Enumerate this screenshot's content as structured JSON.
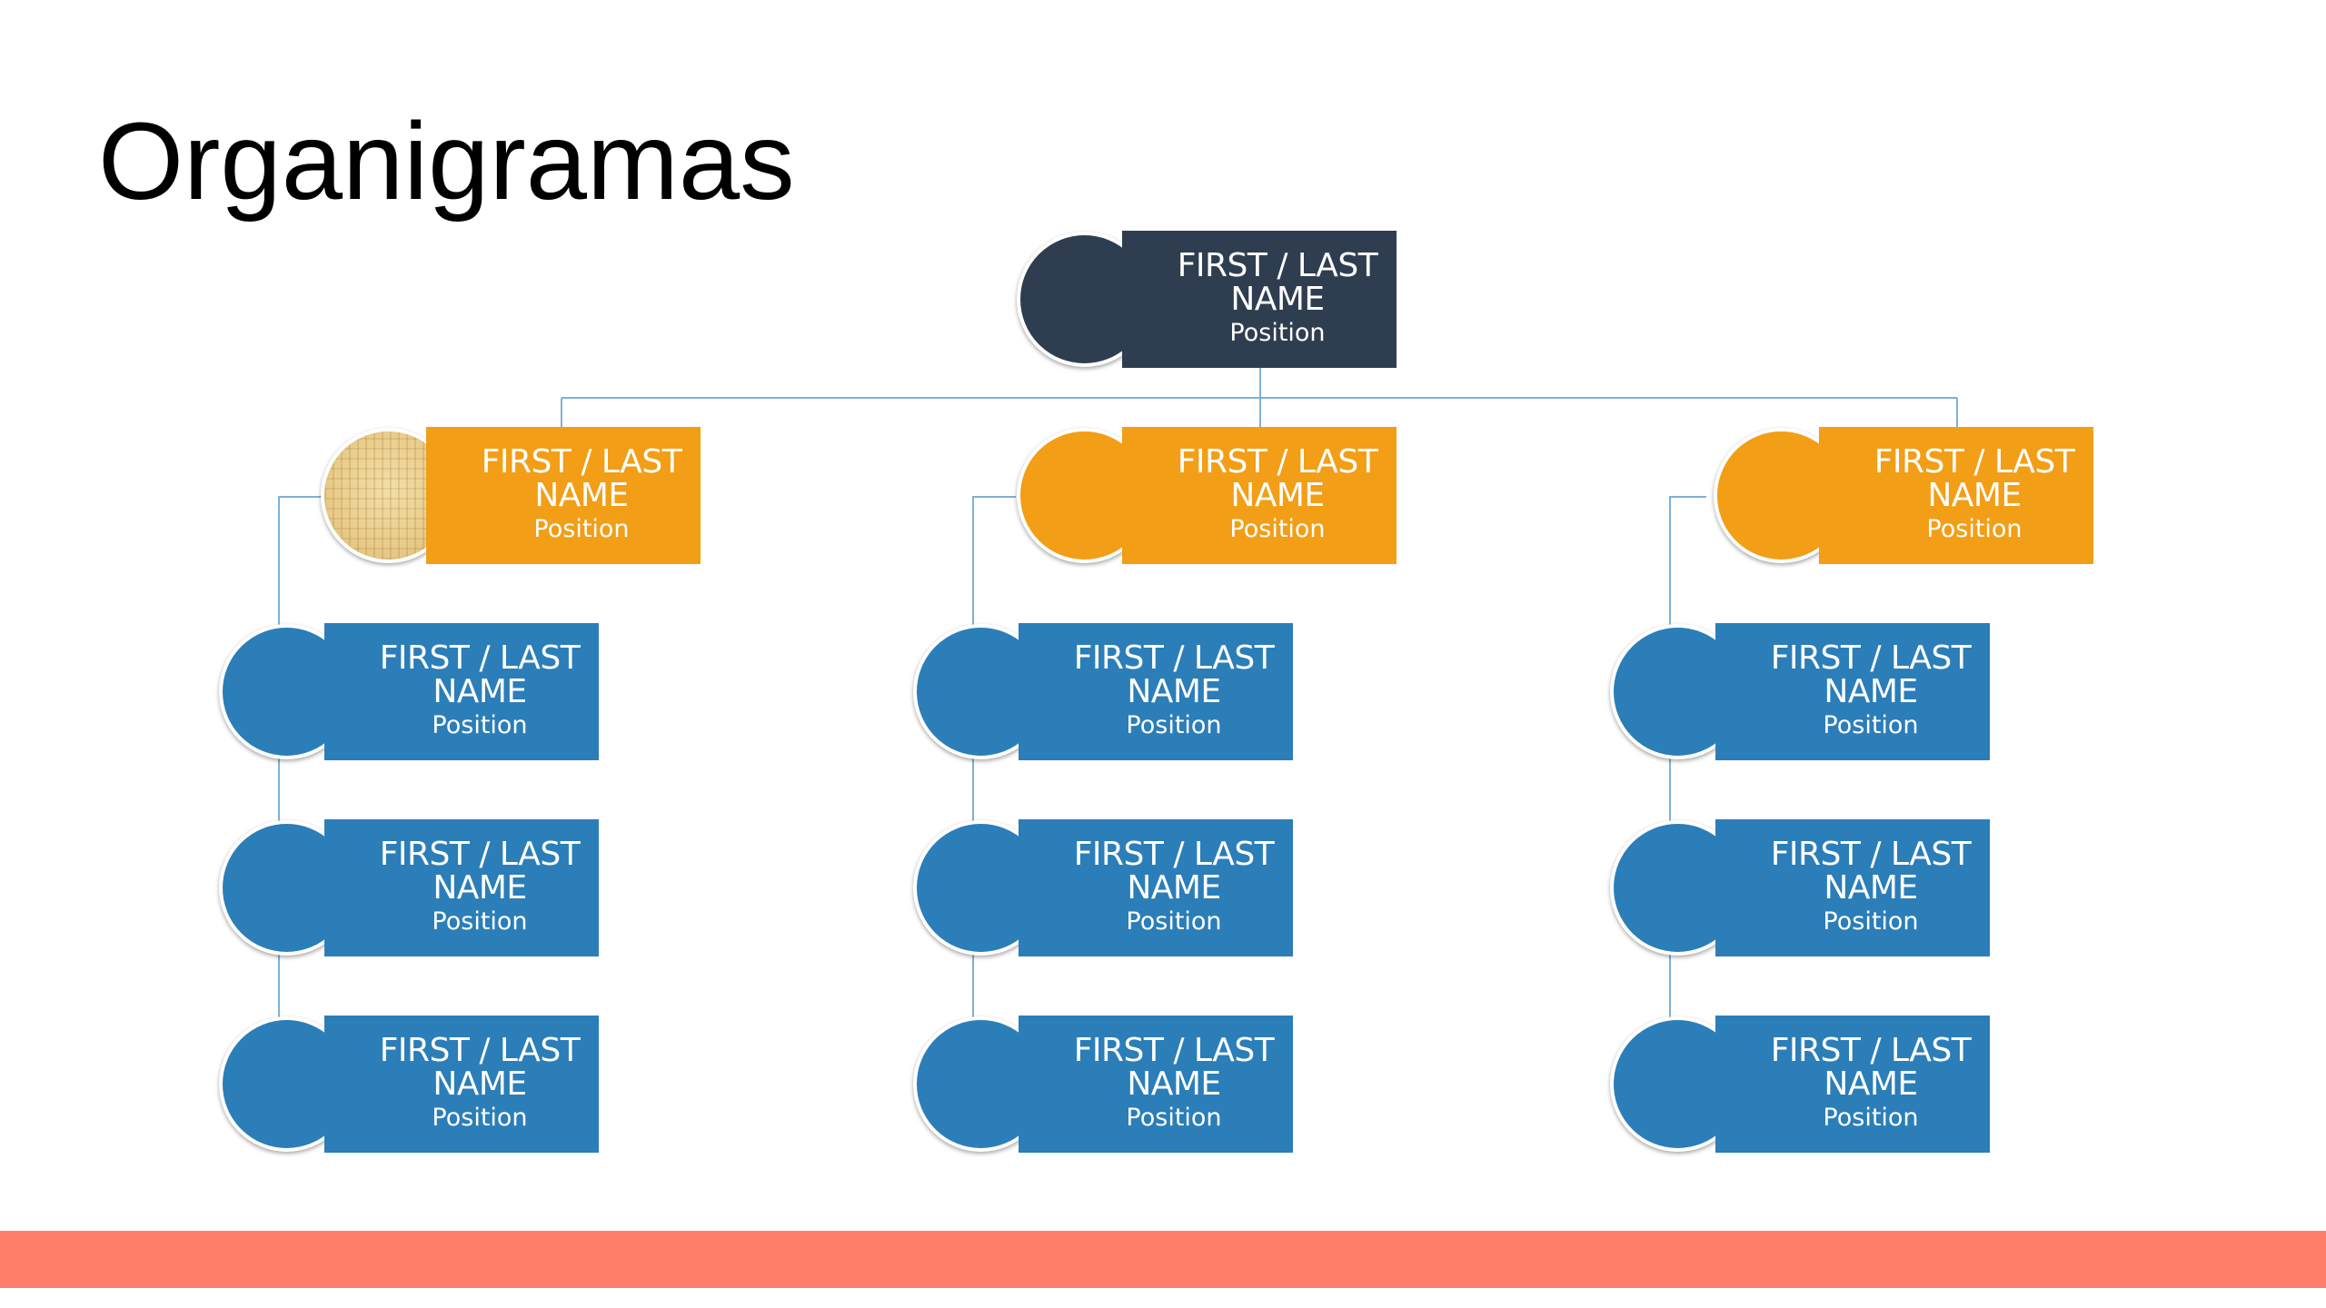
{
  "slide": {
    "title": "Organigramas"
  },
  "colors": {
    "top_level": "#2e3e50",
    "second_level": "#f29e16",
    "third_level": "#2b7eb8",
    "connector": "#7fb0d8",
    "bottom_bar": "#ff7e6b"
  },
  "org": {
    "top": {
      "name": "FIRST / LAST NAME",
      "position": "Position"
    },
    "managers": [
      {
        "name": "FIRST / LAST NAME",
        "position": "Position",
        "photo": "papyrus-texture"
      },
      {
        "name": "FIRST / LAST NAME",
        "position": "Position"
      },
      {
        "name": "FIRST / LAST NAME",
        "position": "Position"
      }
    ],
    "teams": [
      [
        {
          "name": "FIRST / LAST NAME",
          "position": "Position"
        },
        {
          "name": "FIRST / LAST NAME",
          "position": "Position"
        },
        {
          "name": "FIRST / LAST NAME",
          "position": "Position"
        }
      ],
      [
        {
          "name": "FIRST / LAST NAME",
          "position": "Position"
        },
        {
          "name": "FIRST / LAST NAME",
          "position": "Position"
        },
        {
          "name": "FIRST / LAST NAME",
          "position": "Position"
        }
      ],
      [
        {
          "name": "FIRST / LAST NAME",
          "position": "Position"
        },
        {
          "name": "FIRST / LAST NAME",
          "position": "Position"
        },
        {
          "name": "FIRST / LAST NAME",
          "position": "Position"
        }
      ]
    ]
  }
}
